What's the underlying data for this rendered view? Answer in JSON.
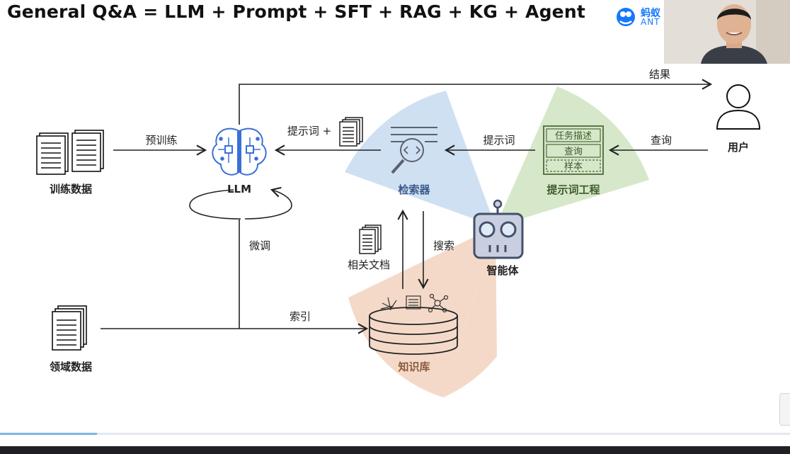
{
  "header": {
    "title": "General Q&A = LLM + Prompt + SFT + RAG + KG + Agent",
    "logo_text": "蚂蚁",
    "logo_subtext": "ANT"
  },
  "diagram": {
    "nodes": {
      "training_data": "训练数据",
      "llm": "LLM",
      "domain_data": "领域数据",
      "retriever": "检索器",
      "prompt_engineering": "提示词工程",
      "agent": "智能体",
      "knowledge_base": "知识库",
      "user": "用户"
    },
    "prompt_panel": {
      "items": [
        "任务描述",
        "查询",
        "样本"
      ]
    },
    "edges": {
      "pretrain": "预训练",
      "prompt_plus": "提示词 +",
      "prompt": "提示词",
      "query": "查询",
      "result": "结果",
      "finetune": "微调",
      "index": "索引",
      "related_docs": "相关文档",
      "search": "搜索"
    },
    "colors": {
      "blue_sector": "#cfe0f2",
      "green_sector": "#d6e8c9",
      "peach_sector": "#f5d9c8",
      "accent_blue": "#3b6fd8",
      "prompt_green": "#4f6b3a"
    }
  }
}
